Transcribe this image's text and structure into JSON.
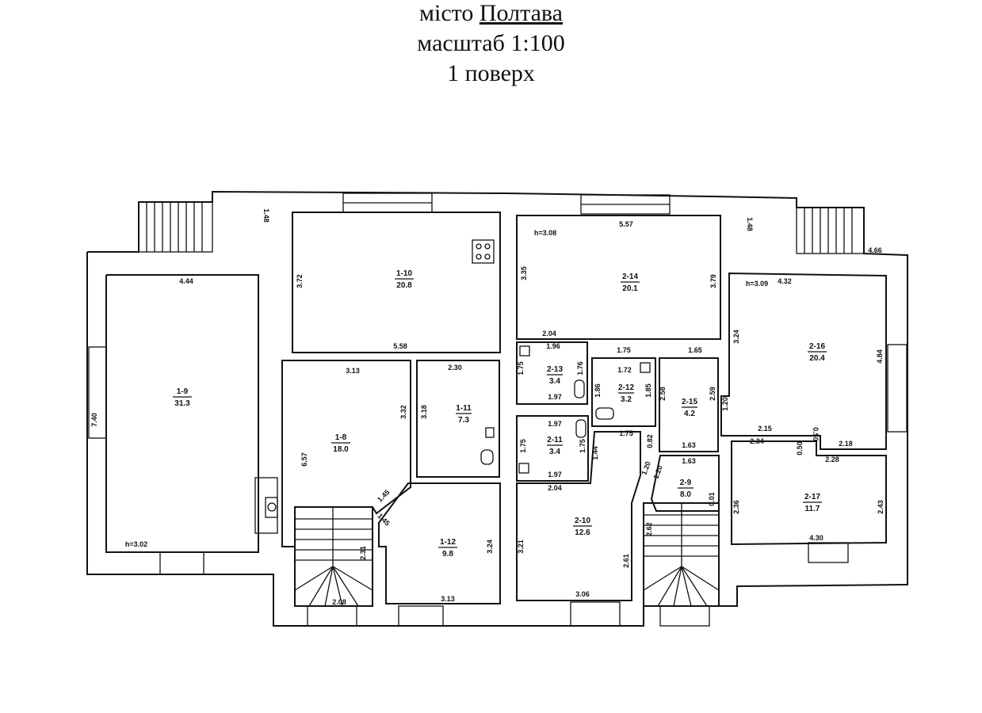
{
  "header": {
    "city_prefix": "місто",
    "city": "Полтава",
    "scale": "масштаб 1:100",
    "floor": "1 поверх"
  },
  "rooms": [
    {
      "id": "1-9",
      "area": "31.3"
    },
    {
      "id": "1-10",
      "area": "20.8"
    },
    {
      "id": "1-8",
      "area": "18.0"
    },
    {
      "id": "1-11",
      "area": "7.3"
    },
    {
      "id": "1-12",
      "area": "9.8"
    },
    {
      "id": "2-14",
      "area": "20.1"
    },
    {
      "id": "2-13",
      "area": "3.4"
    },
    {
      "id": "2-12",
      "area": "3.2"
    },
    {
      "id": "2-15",
      "area": "4.2"
    },
    {
      "id": "2-11",
      "area": "3.4"
    },
    {
      "id": "2-16",
      "area": "20.4"
    },
    {
      "id": "2-17",
      "area": "11.7"
    },
    {
      "id": "2-10",
      "area": "12.6"
    },
    {
      "id": "2-9",
      "area": "8.0"
    }
  ],
  "heights": [
    "h=3.02",
    "h=3.08",
    "h=3.09"
  ],
  "dimensions": [
    "4.44",
    "7.40",
    "1.48",
    "3.72",
    "5.58",
    "3.13",
    "3.32",
    "6.57",
    "2.30",
    "3.18",
    "1.45",
    "1.45",
    "3.24",
    "3.13",
    "2.31",
    "2.08",
    "5.57",
    "3.35",
    "3.79",
    "2.04",
    "1.96",
    "1.75",
    "1.76",
    "1.97",
    "1.75",
    "1.65",
    "1.72",
    "1.86",
    "1.85",
    "2.58",
    "2.59",
    "1.20",
    "1.97",
    "1.75",
    "1.75",
    "1.97",
    "2.04",
    "1.44",
    "1.75",
    "0.82",
    "1.63",
    "1.63",
    "1.20",
    "1.20",
    "3.21",
    "2.61",
    "3.06",
    "2.62",
    "0.01",
    "1.48",
    "4.66",
    "4.32",
    "3.24",
    "4.84",
    "2.15",
    "0.50",
    "2.34",
    "0.50",
    "2.18",
    "2.28",
    "2.36",
    "2.43",
    "4.30"
  ]
}
